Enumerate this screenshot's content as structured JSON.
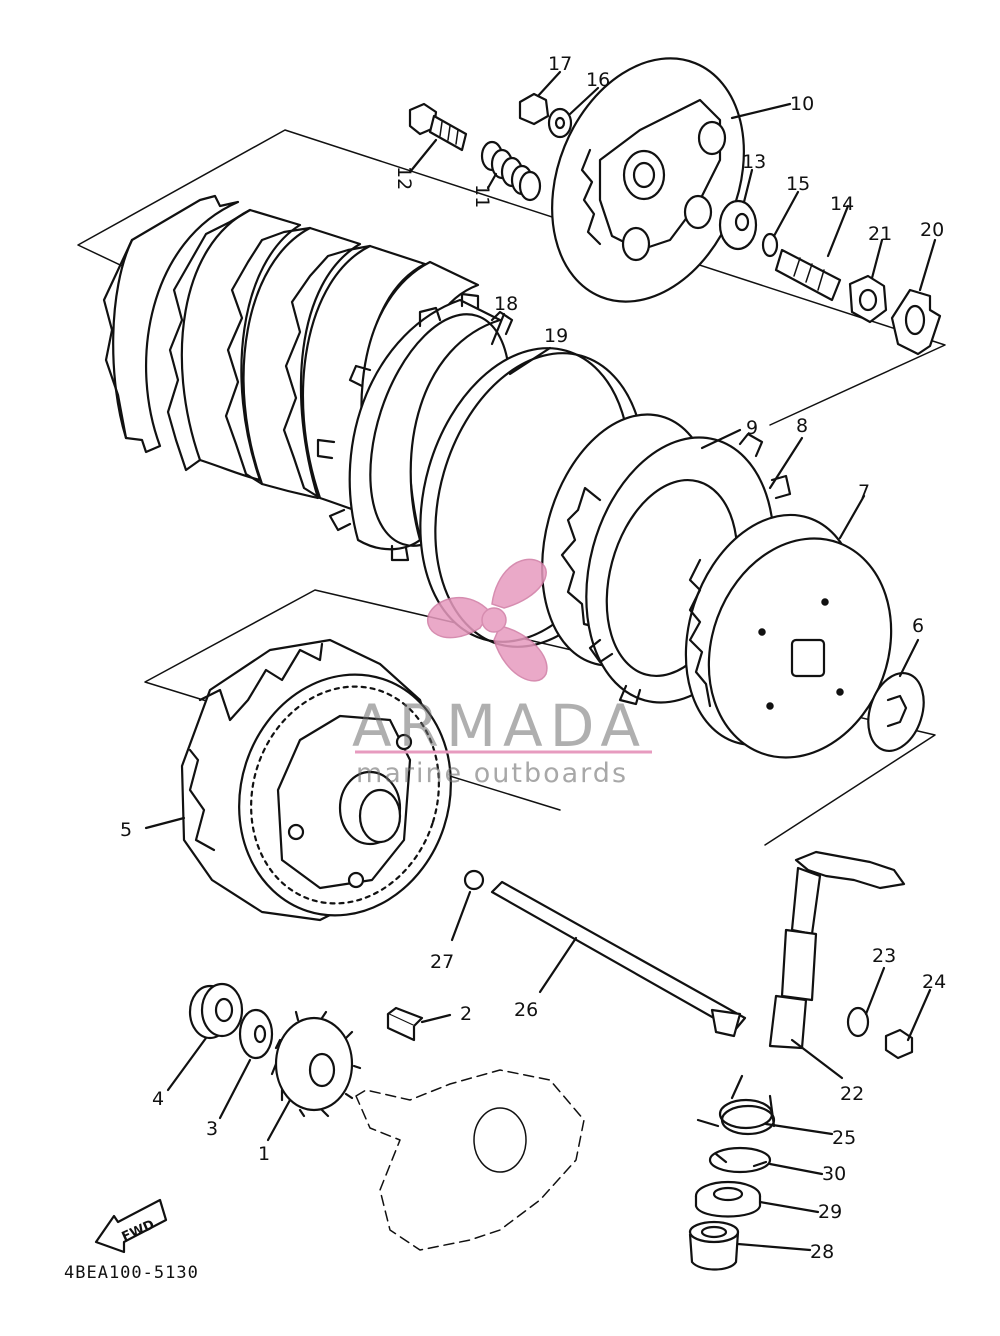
{
  "diagram_code": "4BEA100-5130",
  "watermark": {
    "brand": "ARMADA",
    "tagline": "marine outboards",
    "brand_color": "#e79bbf",
    "text_color": "#7a7a7a"
  },
  "fwd_label": "FWD",
  "callouts": [
    "1",
    "2",
    "3",
    "4",
    "5",
    "6",
    "7",
    "8",
    "9",
    "10",
    "11",
    "12",
    "13",
    "14",
    "15",
    "16",
    "17",
    "18",
    "19",
    "20",
    "21",
    "22",
    "23",
    "24",
    "25",
    "26",
    "27",
    "28",
    "29",
    "30"
  ]
}
